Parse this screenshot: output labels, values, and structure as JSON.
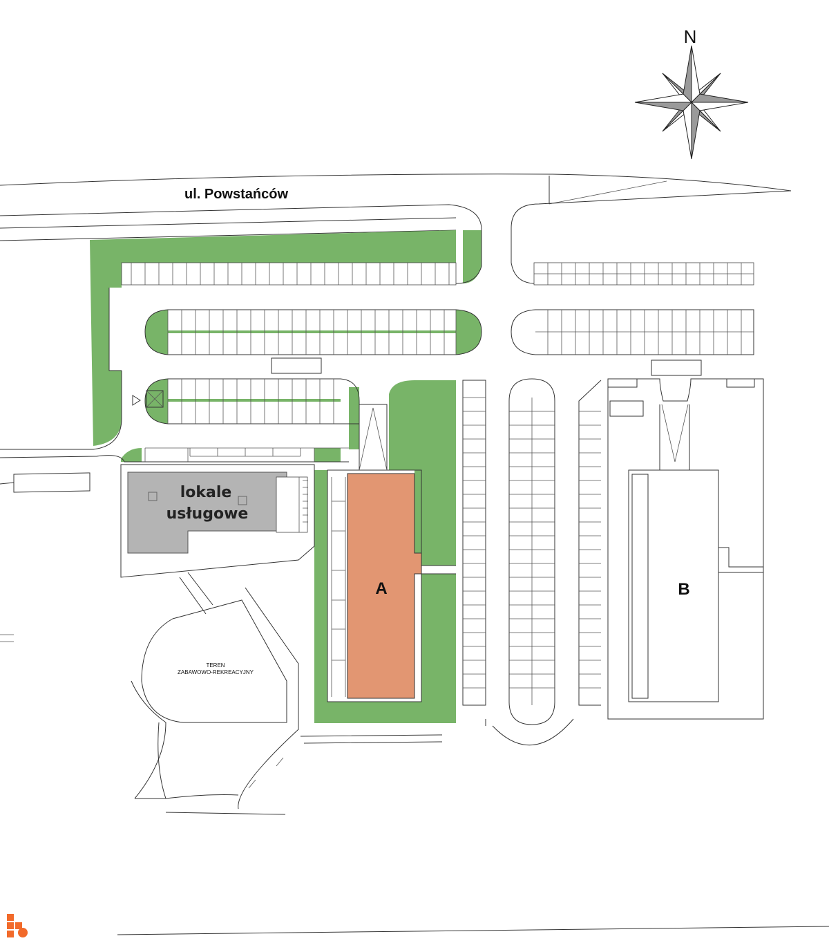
{
  "map": {
    "street_name": "ul. Powstańców",
    "compass_north": "N",
    "building_a": "A",
    "building_b": "B",
    "service_line1": "lokale",
    "service_line2": "usługowe",
    "play_area_line1": "TEREN",
    "play_area_line2": "ZABAWOWO-REKREACYJNY"
  },
  "colors": {
    "greenery": "#78b468",
    "building_a": "#e29672",
    "service_building": "#b4b4b4",
    "logo": "#f26a2a"
  }
}
